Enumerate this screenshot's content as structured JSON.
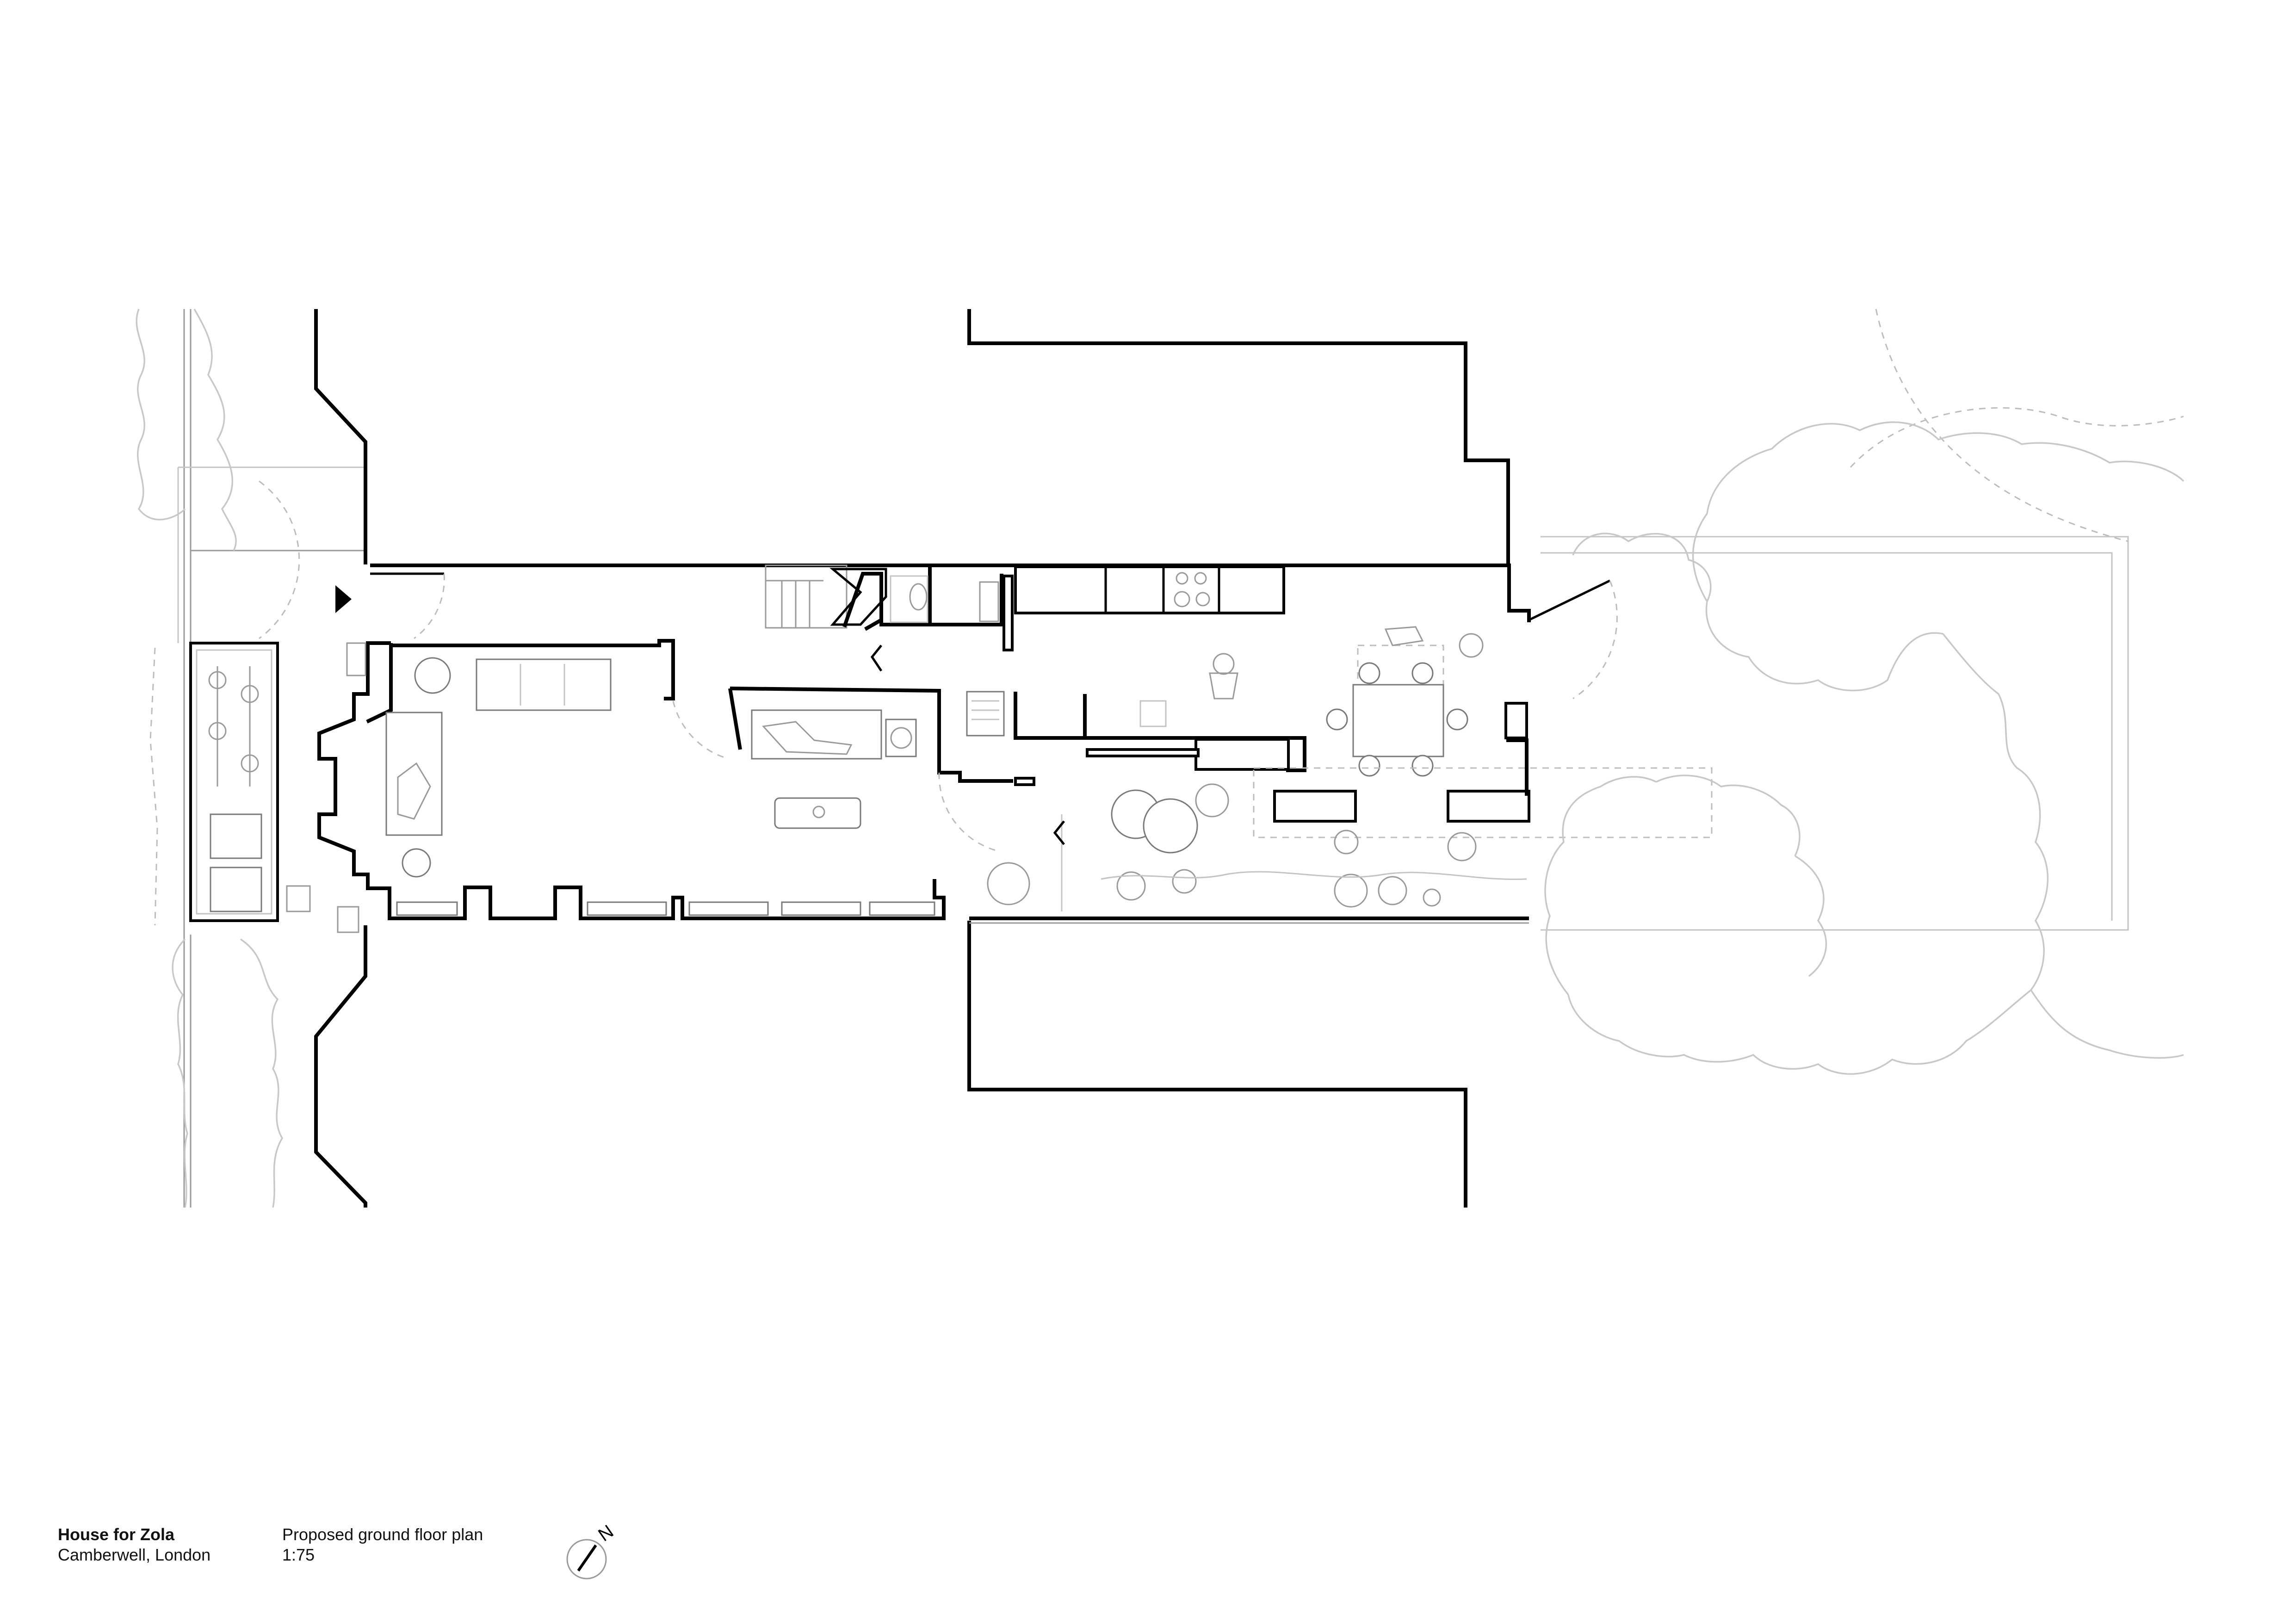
{
  "titleblock": {
    "project_title": "House for Zola",
    "project_location": "Camberwell, London",
    "drawing_title": "Proposed ground floor plan",
    "scale": "1:75"
  },
  "north_arrow": {
    "letter": "N",
    "icon": "north-arrow-icon"
  },
  "entrance_marker": {
    "icon": "entrance-arrow-icon"
  }
}
